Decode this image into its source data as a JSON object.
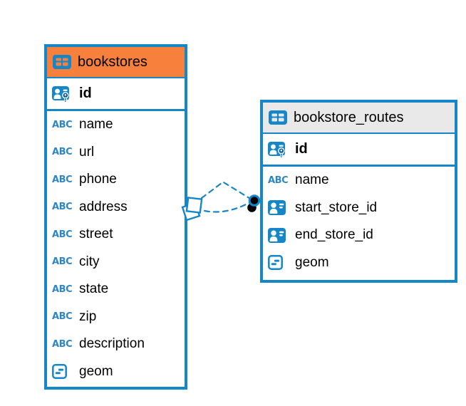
{
  "diagram": {
    "kind": "entity-relationship-diagram",
    "colors": {
      "accent_blue": "#1587c9",
      "selected_header_orange": "#f6803c",
      "header_gray": "#e9e9e9",
      "text": "#000000",
      "relationship_dot": "#000000"
    },
    "icons": {
      "text_type_glyph": "ABC",
      "table_icon": "table-grid",
      "primary_key_icon": "person-with-key",
      "reference_icon": "person-card",
      "geometry_icon": "polyline-box"
    },
    "tables": [
      {
        "name": "bookstores",
        "header_style": "orange-selected",
        "primary_key": "id",
        "columns": [
          "name",
          "url",
          "phone",
          "address",
          "street",
          "city",
          "state",
          "zip",
          "description",
          "geom"
        ],
        "column_types": [
          "text",
          "text",
          "text",
          "text",
          "text",
          "text",
          "text",
          "text",
          "text",
          "geometry"
        ]
      },
      {
        "name": "bookstore_routes",
        "header_style": "gray",
        "primary_key": "id",
        "columns": [
          "name",
          "start_store_id",
          "end_store_id",
          "geom"
        ],
        "column_types": [
          "text",
          "reference",
          "reference",
          "geometry"
        ]
      }
    ],
    "relationships": [
      {
        "from_table": "bookstores",
        "to_table": "bookstore_routes",
        "line_style": "dashed",
        "from_marker": "overlapping-open-squares",
        "to_marker": "black-dots-with-blue-ring",
        "line_count": 2
      }
    ]
  }
}
